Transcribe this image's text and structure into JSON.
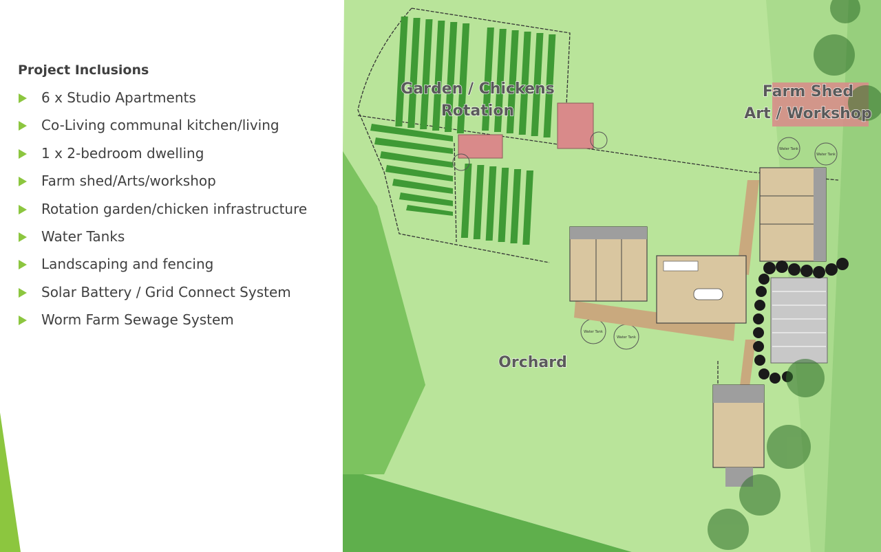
{
  "slide": {
    "heading": "Project Inclusions",
    "bullets": [
      "6 x Studio Apartments",
      "Co-Living communal kitchen/living",
      "1 x 2-bedroom dwelling",
      "Farm shed/Arts/workshop",
      "Rotation garden/chicken infrastructure",
      "Water Tanks",
      "Landscaping and fencing",
      "Solar Battery / Grid Connect System",
      "Worm Farm Sewage System"
    ],
    "bullet_icon": "right-triangle-icon",
    "accent_color": "#8cc63f",
    "text_color": "#404040"
  },
  "site_plan": {
    "labels": {
      "garden_line1": "Garden / Chickens",
      "garden_line2": "Rotation",
      "shed_line1": "Farm Shed",
      "shed_line2": "Art / Workshop",
      "orchard": "Orchard",
      "water_tank": "Water Tank"
    },
    "colors": {
      "grass_light": "#b9e49a",
      "grass_mid": "#9ad67a",
      "grass_dark": "#5faf4c",
      "garden_rows": "#3f9a35",
      "building_floor": "#d9c6a0",
      "path": "#c9a97e",
      "parking": "#c8c8c8",
      "shed_roof": "#d98a8a",
      "trees": "#1a1a1a"
    }
  }
}
